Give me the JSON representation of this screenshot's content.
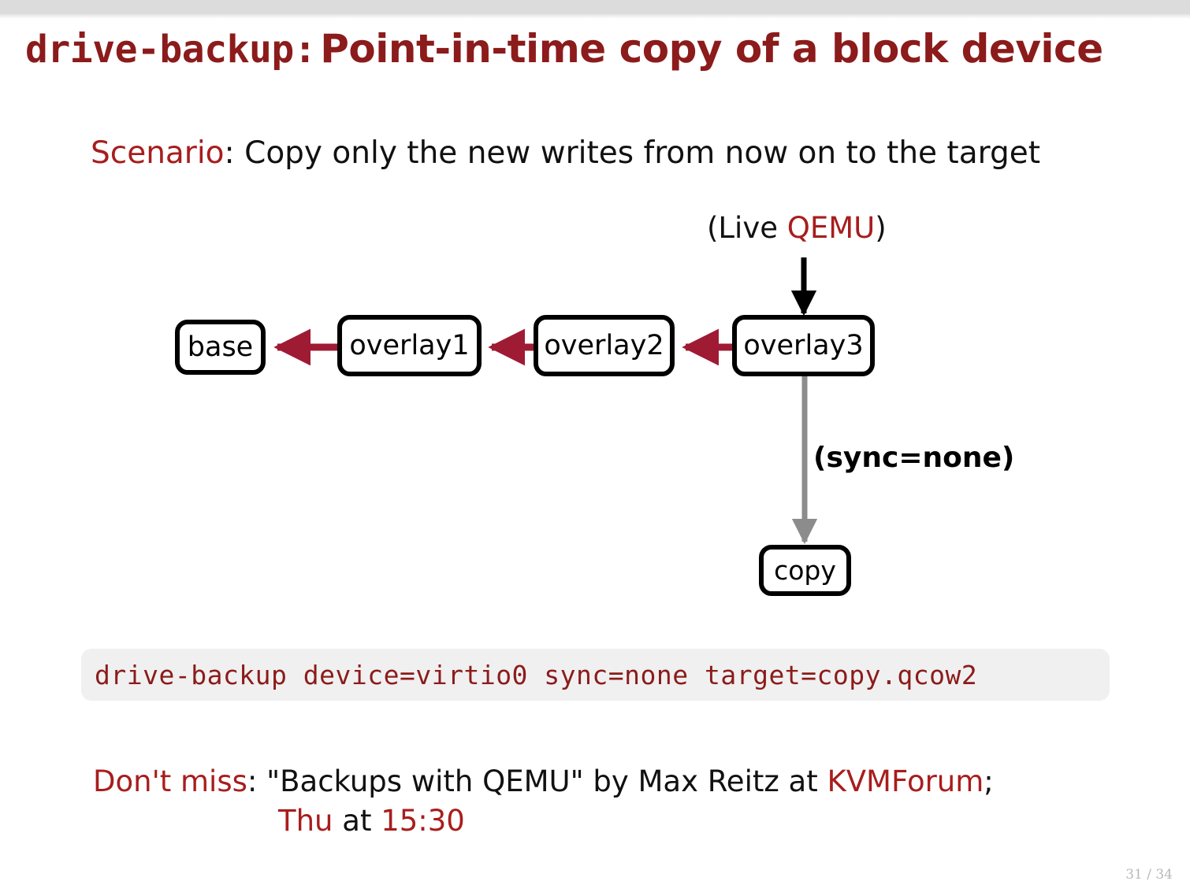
{
  "slide": {
    "title_mono": "drive-backup:",
    "title_sans": "Point-in-time copy of a block device",
    "scenario_label": "Scenario",
    "scenario_text": ": Copy only the new writes from now on to the target",
    "page_number": "31 / 34"
  },
  "diagram": {
    "live_qemu_prefix": "(Live ",
    "live_qemu_accent": "QEMU",
    "live_qemu_suffix": ")",
    "sync_label": "(sync=none)",
    "nodes": [
      {
        "id": "base",
        "label": "base"
      },
      {
        "id": "overlay1",
        "label": "overlay1"
      },
      {
        "id": "overlay2",
        "label": "overlay2"
      },
      {
        "id": "overlay3",
        "label": "overlay3"
      },
      {
        "id": "copy",
        "label": "copy"
      }
    ],
    "colors": {
      "backing_arrow": "#9e1b33",
      "qemu_arrow": "#000000",
      "backup_arrow": "#8c8c8c",
      "node_border": "#000000",
      "node_fill": "#ffffff"
    }
  },
  "code": {
    "command": "drive-backup device=virtio0 sync=none target=copy.qcow2"
  },
  "footnote": {
    "lead": "Don't miss",
    "middle": ": \"Backups with QEMU\" by Max Reitz at ",
    "accent": "KVMForum",
    "tail": ";",
    "line2_day": "Thu",
    "line2_mid": " at ",
    "line2_time": "15:30"
  },
  "theme": {
    "title_color": "#8c1b1b",
    "accent_red": "#a81d1d",
    "code_bg": "#f0f0f0",
    "top_band": "#dcdcdc"
  }
}
